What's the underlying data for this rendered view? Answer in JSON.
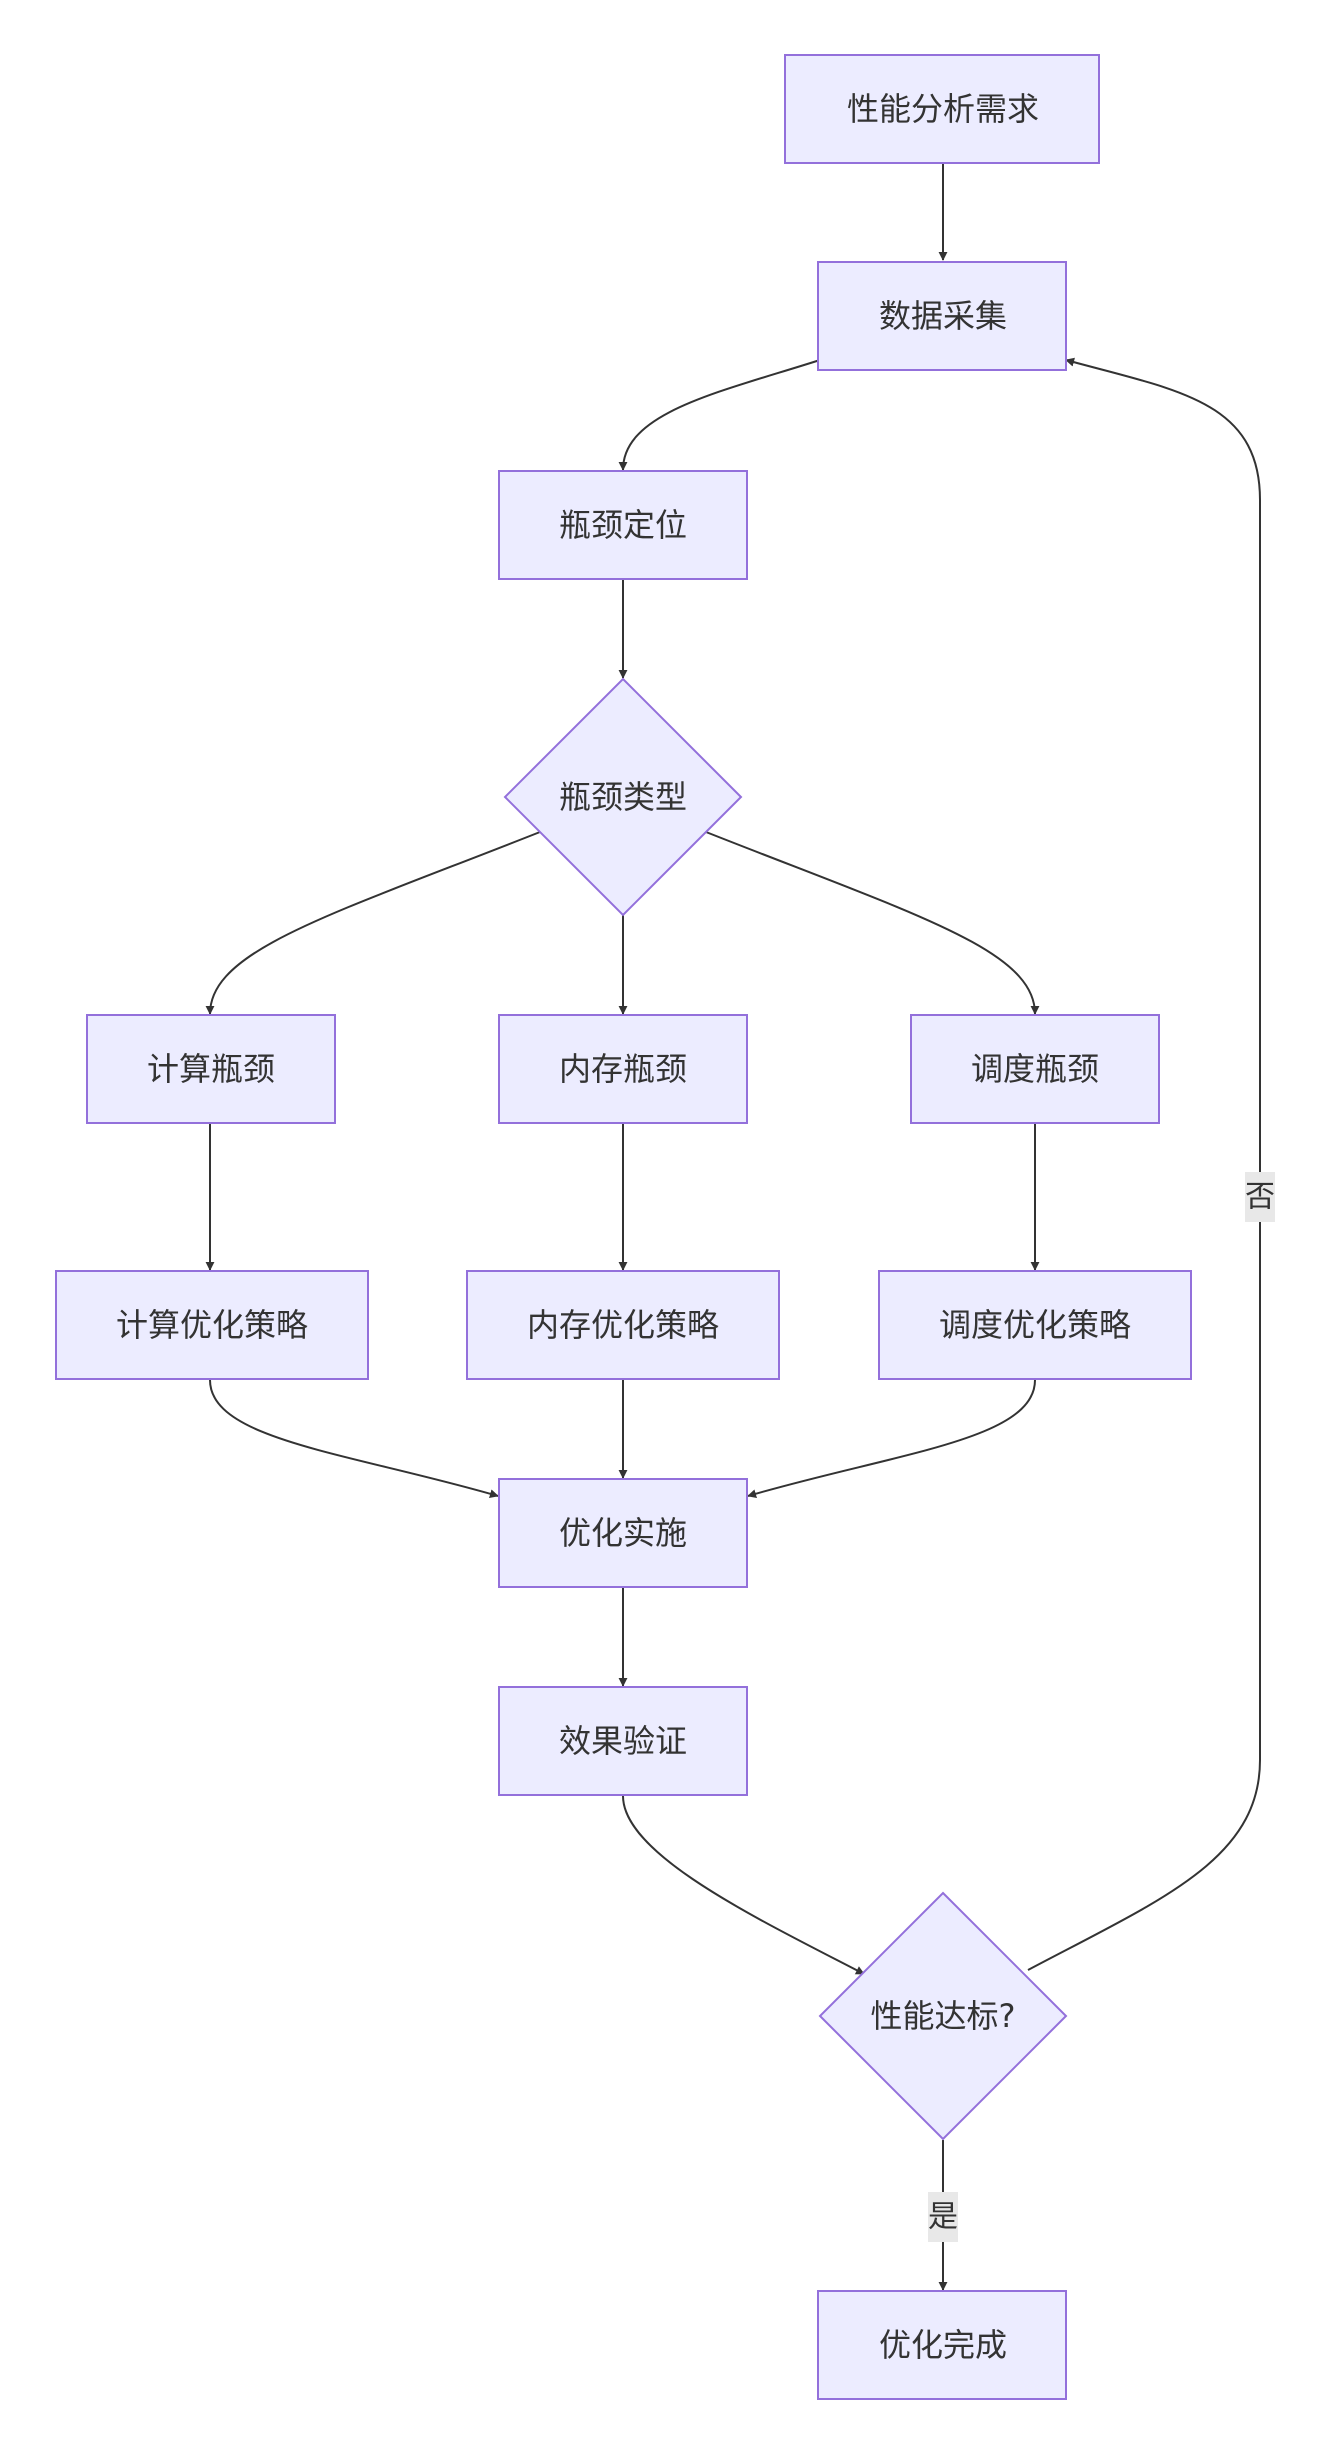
{
  "nodes": {
    "perf_requirement": "性能分析需求",
    "data_collection": "数据采集",
    "bottleneck_locate": "瓶颈定位",
    "bottleneck_type": "瓶颈类型",
    "compute_bottleneck": "计算瓶颈",
    "memory_bottleneck": "内存瓶颈",
    "schedule_bottleneck": "调度瓶颈",
    "compute_strategy": "计算优化策略",
    "memory_strategy": "内存优化策略",
    "schedule_strategy": "调度优化策略",
    "optimize_impl": "优化实施",
    "effect_verify": "效果验证",
    "perf_met": "性能达标?",
    "optimize_done": "优化完成"
  },
  "edge_labels": {
    "no": "否",
    "yes": "是"
  },
  "colors": {
    "node_fill": "#ececff",
    "node_stroke": "#9370db",
    "edge": "#333333",
    "text": "#333333",
    "label_bg": "#e8e8e8"
  }
}
